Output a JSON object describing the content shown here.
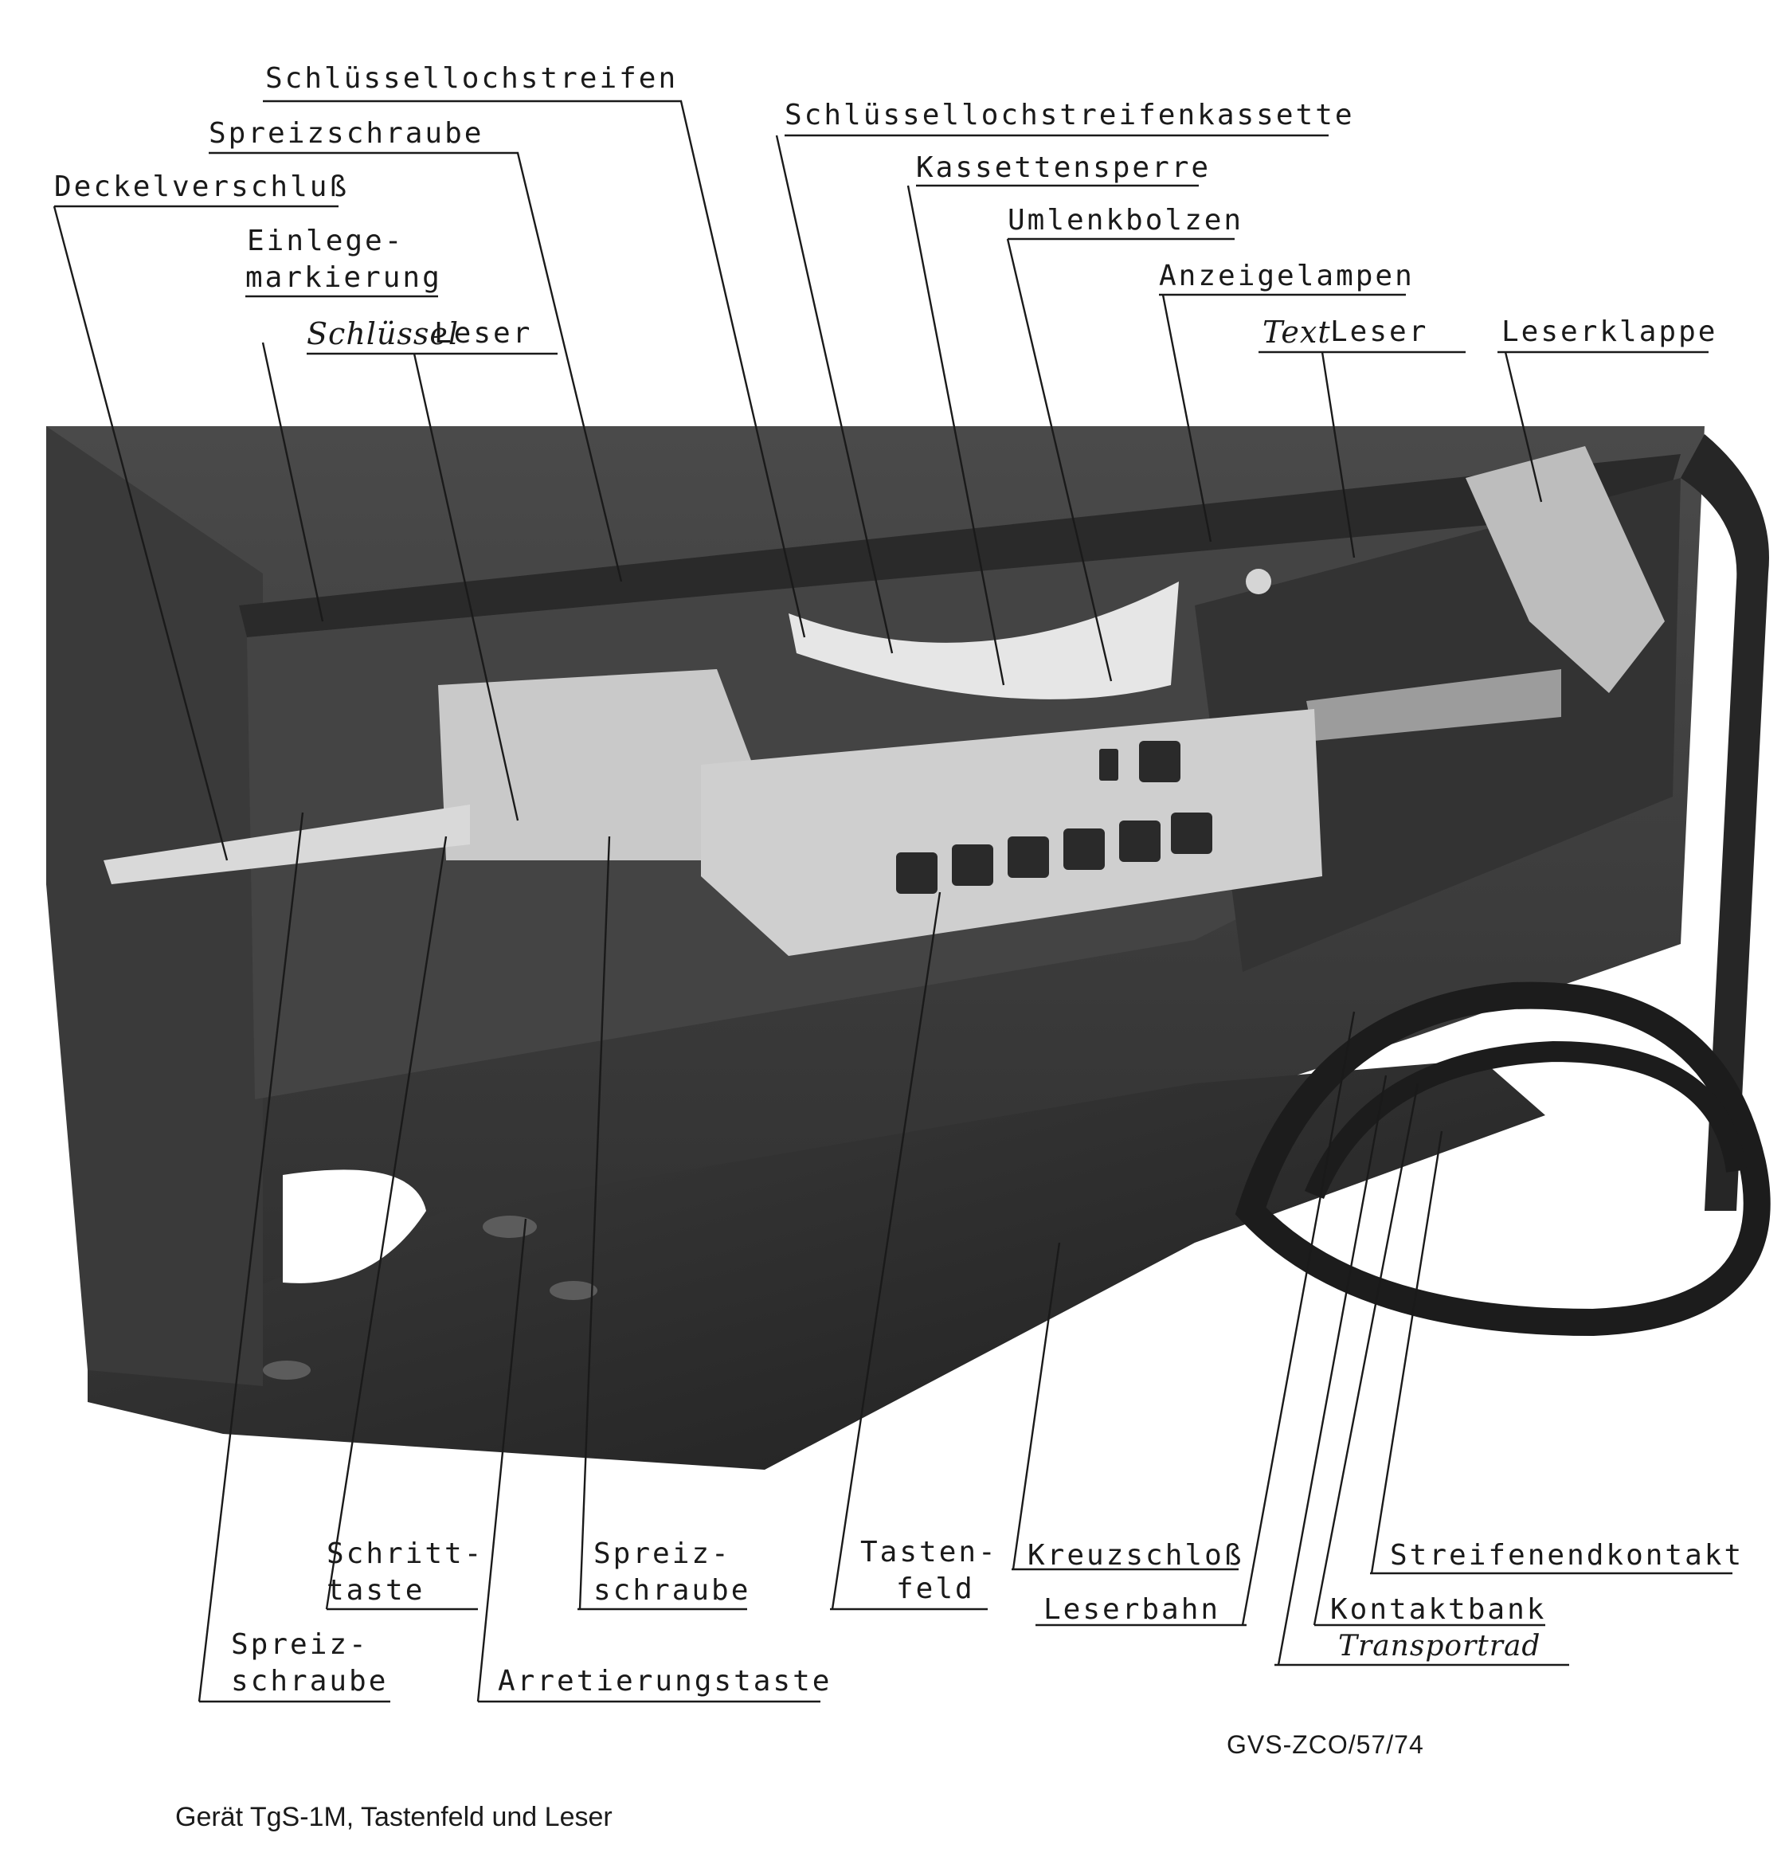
{
  "labels_top": {
    "schluessellochstreifen": "Schlüssellochstreifen",
    "spreizschraube": "Spreizschraube",
    "deckelverschluss": "Deckelverschluß",
    "einlegemarkierung_1": "Einlege-",
    "einlegemarkierung_2": "markierung",
    "schluessel_hand": "Schlüssel",
    "schluessel_leser": "Leser",
    "kassette": "Schlüssellochstreifenkassette",
    "kassettensperre": "Kassettensperre",
    "umlenkbolzen": "Umlenkbolzen",
    "anzeigelampen": "Anzeigelampen",
    "text_hand": "Text",
    "text_leser": "Leser",
    "leserklappe": "Leserklappe"
  },
  "labels_bottom": {
    "schritttaste_1": "Schritt-",
    "schritttaste_2": "taste",
    "spreiz_mid_1": "Spreiz-",
    "spreiz_mid_2": "schraube",
    "tastenfeld_1": "Tasten-",
    "tastenfeld_2": "feld",
    "kreuzschloss": "Kreuzschloß",
    "leserbahn": "Leserbahn",
    "streifenendkontakt": "Streifenendkontakt",
    "kontaktbank": "Kontaktbank",
    "transportrad": "Transportrad",
    "spreiz_left_1": "Spreiz-",
    "spreiz_left_2": "schraube",
    "arretierungstaste": "Arretierungstaste"
  },
  "reference": "GVS-ZCO/57/74",
  "caption": "Gerät TgS-1M, Tastenfeld und Leser",
  "colors": {
    "ink": "#1a1a1a",
    "device_dark": "#3a3a3a",
    "panel_light": "#cfcfcf"
  }
}
